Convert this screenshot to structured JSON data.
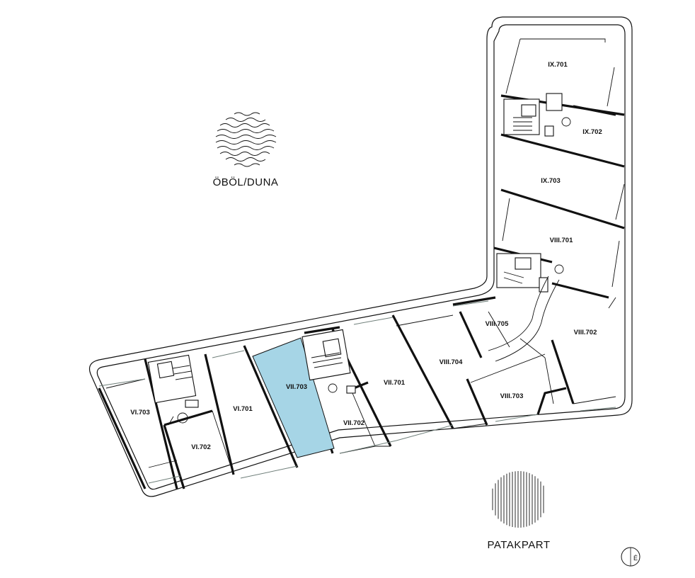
{
  "colors": {
    "highlight": "#a6d5e6",
    "wall": "#111111",
    "background": "#ffffff"
  },
  "labels": {
    "bay": "ÖBÖL/DUNA",
    "creek": "PATAKPART",
    "compass": "É"
  },
  "icons": [
    "waves-icon",
    "striped-circle-icon",
    "north-compass-icon"
  ],
  "highlighted_unit": "VII.703",
  "units": [
    {
      "id": "IX.701"
    },
    {
      "id": "IX.702"
    },
    {
      "id": "IX.703"
    },
    {
      "id": "VIII.701"
    },
    {
      "id": "VIII.702"
    },
    {
      "id": "VIII.703"
    },
    {
      "id": "VIII.704"
    },
    {
      "id": "VIII.705"
    },
    {
      "id": "VII.701"
    },
    {
      "id": "VII.702"
    },
    {
      "id": "VII.703"
    },
    {
      "id": "VI.701"
    },
    {
      "id": "VI.702"
    },
    {
      "id": "VI.703"
    }
  ]
}
